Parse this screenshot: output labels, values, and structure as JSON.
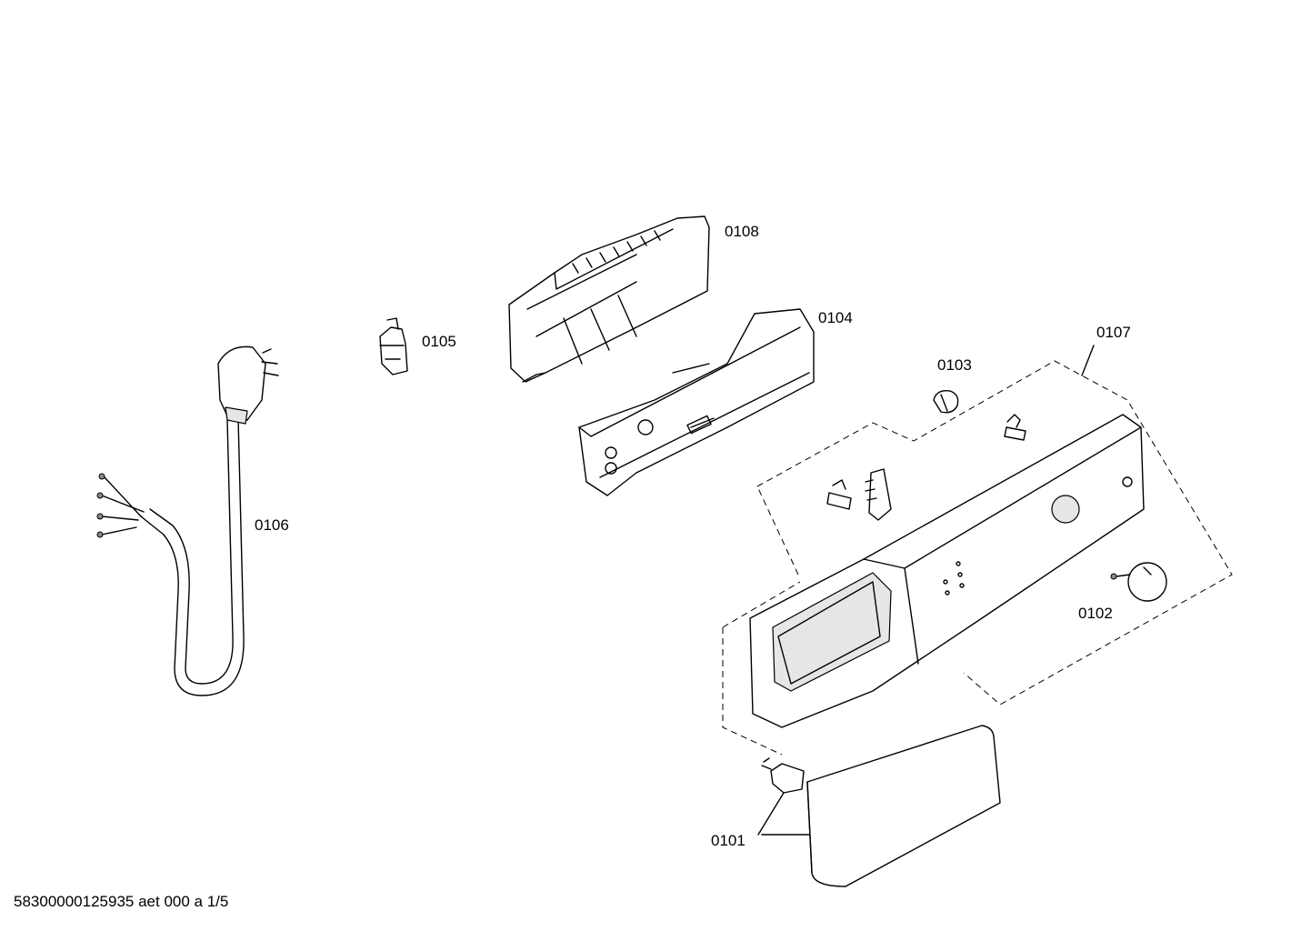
{
  "parts": [
    {
      "id": "0101",
      "description": ""
    },
    {
      "id": "0102",
      "description": ""
    },
    {
      "id": "0103",
      "description": ""
    },
    {
      "id": "0104",
      "description": ""
    },
    {
      "id": "0105",
      "description": ""
    },
    {
      "id": "0106",
      "description": ""
    },
    {
      "id": "0107",
      "description": ""
    },
    {
      "id": "0108",
      "description": ""
    }
  ],
  "labels": {
    "p0101": "0101",
    "p0102": "0102",
    "p0103": "0103",
    "p0104": "0104",
    "p0105": "0105",
    "p0106": "0106",
    "p0107": "0107",
    "p0108": "0108"
  },
  "footer": {
    "drawing_ref": "58300000125935 aet 000 a 1/5"
  }
}
